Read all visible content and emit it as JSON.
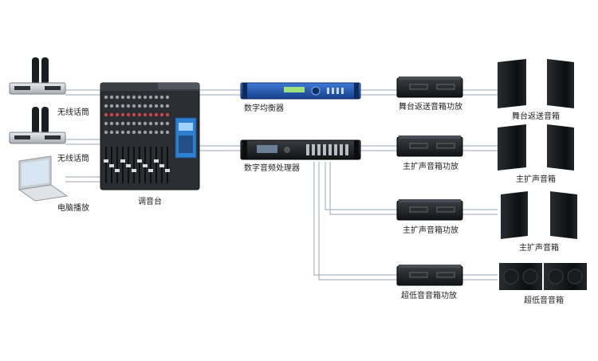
{
  "devices": {
    "mic1": "无线话筒",
    "mic2": "无线话筒",
    "laptop": "电脑播放",
    "mixer": "调音台",
    "equalizer": "数字均衡器",
    "processor": "数字音频处理器",
    "amp_stage": "舞台返送音箱功放",
    "amp_main1": "主扩声音箱功放",
    "amp_main2": "主扩声音箱功放",
    "amp_sub": "超低音音箱功放",
    "spk_stage": "舞台返送音箱",
    "spk_main1": "主扩声音箱",
    "spk_main2": "主扩声音箱",
    "spk_sub": "超低音音箱"
  },
  "colors": {
    "signal_line": "#9aa6b4",
    "equalizer_body": "#1f57b6",
    "equipment_dark": "#1b1d20",
    "mixer_accent": "#2f7fd0"
  }
}
